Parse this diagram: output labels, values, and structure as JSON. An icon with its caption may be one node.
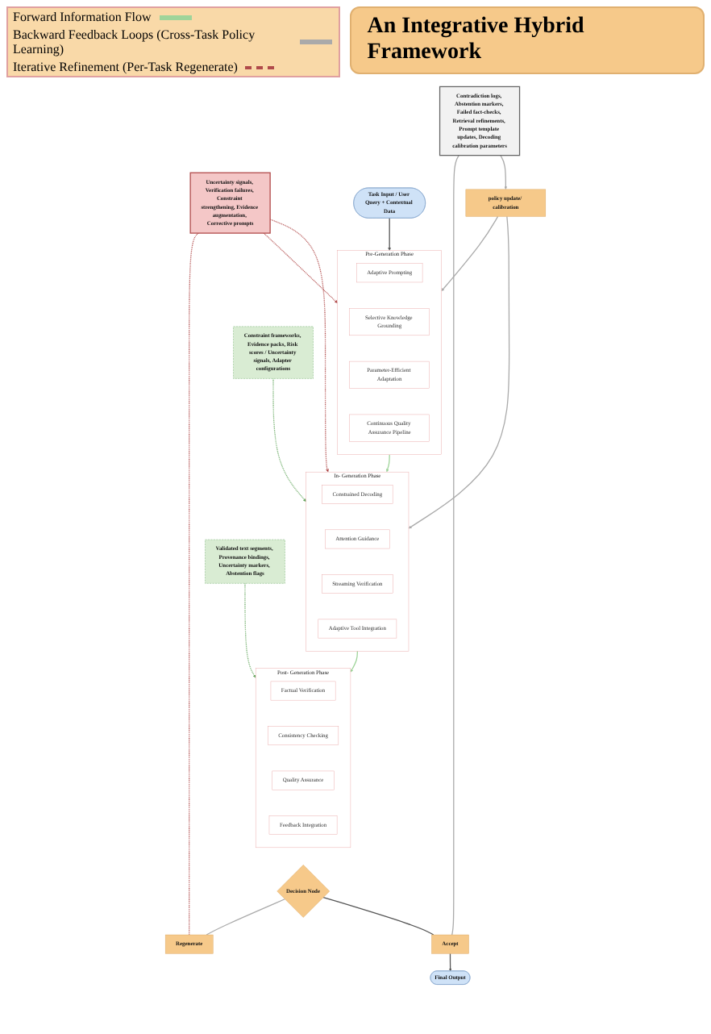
{
  "diagram": {
    "title": "An Integrative Hybrid Framework",
    "nodes": [
      {
        "text": [
          "Task Input / User Query + Contextual Data"
        ]
      },
      {
        "text": [
          "Pre-Generation Phase"
        ]
      },
      {
        "text": [
          "Adaptive Prompting"
        ],
        "in": 1
      },
      {
        "text": [
          "Selective Knowledge Grounding"
        ],
        "in": 1
      },
      {
        "text": [
          "Parameter-Efficient Adaptation"
        ],
        "in": 1
      },
      {
        "text": [
          "Continuous Quality Assurance Pipeline"
        ],
        "in": 1
      },
      {
        "text": [
          "Constraint frameworks, Evidence packs, Risk scores / Uncertainty signals, Adapter configurations"
        ]
      },
      {
        "text": [
          "In- Generation Phase"
        ]
      },
      {
        "text": [
          "Constrained Decoding"
        ],
        "in": 7
      },
      {
        "text": [
          "Attention Guidance"
        ],
        "in": 7
      },
      {
        "text": [
          "Streaming Verification"
        ],
        "in": 7
      },
      {
        "text": [
          "Adaptive Tool Integration"
        ],
        "in": 7
      },
      {
        "text": [
          "Validated text segments, Provenance bindings, Uncertainty markers, Abstention flags"
        ]
      },
      {
        "text": [
          "Post- Generation Phase"
        ]
      },
      {
        "text": [
          "Factual Verification"
        ],
        "in": 13
      },
      {
        "text": [
          "Consistency Checking"
        ],
        "in": 13
      },
      {
        "text": [
          "Quality Assurance"
        ],
        "in": 13
      },
      {
        "text": [
          "Feedback Integration"
        ],
        "in": 13
      },
      {
        "text": [
          "Uncertainty signals, Verification failures, Constraint strengthening, Evidence augmentation, Corrective prompts"
        ]
      },
      {
        "text": [
          "Decision Node"
        ]
      },
      {
        "text": [
          "Regenerate"
        ]
      },
      {
        "text": [
          "Accept"
        ]
      },
      {
        "text": [
          "Final Output"
        ]
      },
      {
        "text": [
          "policy update/ calibration"
        ]
      },
      {
        "text": [
          "Contradiction logs, Abstention markers, Failed fact-checks, Retrieval refinements, Prompt template updates, Decoding calibration parameters"
        ]
      }
    ],
    "edges": [
      {
        "from": 0,
        "to": 1,
        "arrow": "to",
        "color": "#555555"
      },
      {
        "from": 1,
        "to": 7,
        "arrow": "to",
        "color": "#9fd49a"
      },
      {
        "from": 6,
        "to": 7,
        "arrow": "to",
        "style": "dashed",
        "color": "#6aaa64"
      },
      {
        "from": 7,
        "to": 13,
        "arrow": "to",
        "color": "#9fd49a"
      },
      {
        "from": 12,
        "to": 13,
        "arrow": "to",
        "style": "dashed",
        "color": "#6aaa64"
      },
      {
        "from": 19,
        "to": 20,
        "arrow": "none"
      },
      {
        "from": 18,
        "to": 20,
        "arrow": "none",
        "style": "dashed",
        "color": "#b04a4a"
      },
      {
        "from": 18,
        "to": 1,
        "arrow": "to",
        "style": "dashed",
        "color": "#b04a4a"
      },
      {
        "from": 18,
        "to": 7,
        "arrow": "to",
        "style": "dashed",
        "color": "#b04a4a"
      },
      {
        "from": 19,
        "to": 21,
        "arrow": "none",
        "color": "#555555"
      },
      {
        "from": 21,
        "to": 22,
        "arrow": "to",
        "color": "#555555"
      },
      {
        "from": 24,
        "to": 21,
        "arrow": "none"
      },
      {
        "from": 24,
        "to": 23,
        "arrow": "to"
      },
      {
        "from": 23,
        "to": 1,
        "arrow": "to"
      },
      {
        "from": 23,
        "to": 7,
        "arrow": "to"
      }
    ],
    "legend": [
      {
        "text": "Forward Information Flow"
      },
      {
        "text": "Backward Feedback Loops (Cross-Task Policy Learning)"
      },
      {
        "text": "Iterative Refinement (Per-Task Regenerate)"
      }
    ]
  }
}
